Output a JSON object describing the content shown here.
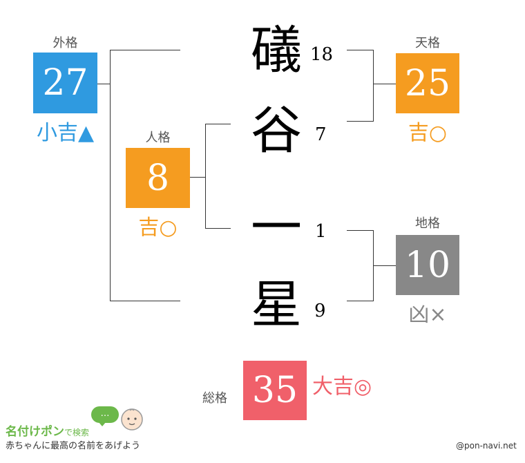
{
  "name_chars": [
    {
      "char": "礒",
      "strokes": "18"
    },
    {
      "char": "谷",
      "strokes": "7"
    },
    {
      "char": "一",
      "strokes": "1"
    },
    {
      "char": "星",
      "strokes": "9"
    }
  ],
  "gaikaku": {
    "label": "外格",
    "value": "27",
    "fortune": "小吉▲",
    "color": "#2f9ae0"
  },
  "tenkaku": {
    "label": "天格",
    "value": "25",
    "fortune": "吉○",
    "color": "#f59c20"
  },
  "jinkaku": {
    "label": "人格",
    "value": "8",
    "fortune": "吉○",
    "color": "#f59c20"
  },
  "chikaku": {
    "label": "地格",
    "value": "10",
    "fortune": "凶×",
    "color": "#888888"
  },
  "soukaku": {
    "label": "総格",
    "value": "35",
    "fortune": "大吉◎",
    "color": "#f0606a"
  },
  "logo": {
    "title": "名付けポン",
    "search": "で検索",
    "bubble": "…",
    "tagline": "赤ちゃんに最高の名前をあげよう"
  },
  "credit": "@pon-navi.net"
}
